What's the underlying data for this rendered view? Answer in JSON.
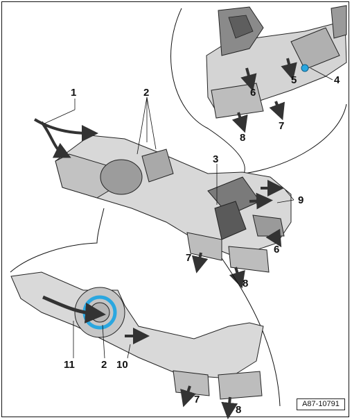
{
  "figure_ref": "A87-10791",
  "callouts": {
    "c1": "1",
    "c2_main": "2",
    "c3": "3",
    "c4": "4",
    "c5": "5",
    "c6_top": "6",
    "c7_top": "7",
    "c8_top": "8",
    "c9": "9",
    "c6_main": "6",
    "c7_main": "7",
    "c8_main": "8",
    "c11": "11",
    "c2_bottom": "2",
    "c10": "10",
    "c7_bottom": "7",
    "c8_bottom": "8"
  },
  "colors": {
    "line": "#111111",
    "housing_light": "#d9d9d9",
    "housing_mid": "#b9b9b9",
    "housing_dark": "#6f6f6f",
    "highlight_blue": "#2aa7e0",
    "arrow": "#333333"
  }
}
